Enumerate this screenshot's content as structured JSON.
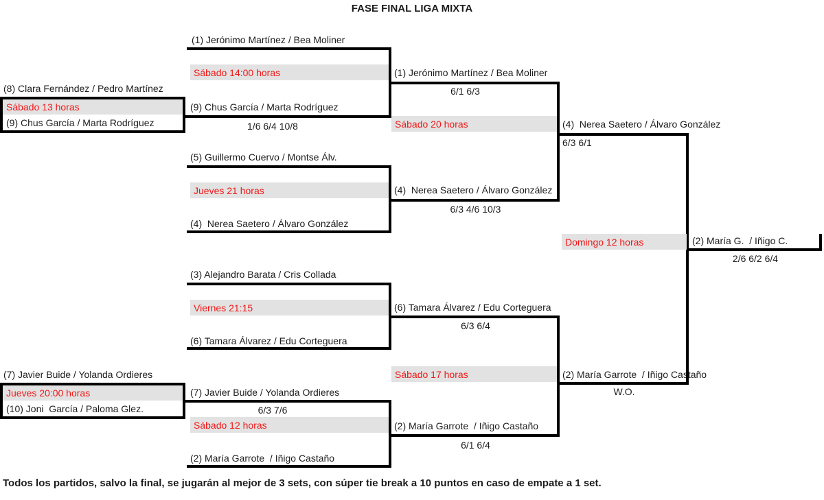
{
  "title": "FASE FINAL LIGA MIXTA",
  "note": "Todos los partidos, salvo la final, se jugarán al mejor de 3 sets, con súper tie break a 10 puntos en caso de empate a 1 set.",
  "colors": {
    "schedule_text": "#f21717",
    "band_bg": "#e2e2e2",
    "line": "#000000",
    "text": "#1c1c1c"
  },
  "round_of_16": {
    "m1": {
      "team1": "(8) Clara Fernández / Pedro Martínez",
      "schedule": "Sábado 13 horas",
      "team2": "(9) Chus García / Marta Rodríguez",
      "score": "1/6 6/4 10/8"
    },
    "m2": {
      "team1": "(7) Javier Buide / Yolanda Ordieres",
      "schedule": "Jueves 20:00 horas",
      "team2": "(10) Joni  García / Paloma Glez.",
      "score": "6/3 7/6"
    }
  },
  "quarterfinals": {
    "m1": {
      "team1": "(1) Jerónimo Martínez / Bea Moliner",
      "schedule": "Sábado 14:00 horas",
      "team2": "(9) Chus García / Marta Rodríguez",
      "winner": "(1) Jerónimo Martínez / Bea Moliner",
      "score": "6/1 6/3"
    },
    "m2": {
      "team1": "(5) Guillermo Cuervo / Montse Álv.",
      "schedule": "Jueves 21 horas",
      "team2": "(4)  Nerea Saetero / Álvaro González",
      "winner": "(4)  Nerea Saetero / Álvaro González",
      "score": "6/3 4/6 10/3"
    },
    "m3": {
      "team1": "(3) Alejandro Barata / Cris Collada",
      "schedule": "Viernes 21:15",
      "team2": "(6) Tamara Álvarez / Edu Corteguera",
      "winner": "(6) Tamara Álvarez / Edu Corteguera",
      "score": "6/3 6/4"
    },
    "m4": {
      "team1": "(7) Javier Buide / Yolanda Ordieres",
      "schedule": "Sábado 12 horas",
      "team2": "(2) María Garrote  / Iñigo Castaño",
      "winner": "(2) María Garrote  / Iñigo Castaño",
      "score": "6/1 6/4"
    }
  },
  "semifinals": {
    "m1": {
      "schedule": "Sábado 20 horas",
      "winner": "(4)  Nerea Saetero / Álvaro González",
      "score": "6/3 6/1"
    },
    "m2": {
      "schedule": "Sábado 17 horas",
      "winner": "(2) María Garrote  / Iñigo Castaño",
      "score": "W.O."
    }
  },
  "final": {
    "schedule": "Domingo 12 horas",
    "winner": "(2) María G.  / Iñigo C.",
    "score": "2/6 6/2 6/4"
  }
}
